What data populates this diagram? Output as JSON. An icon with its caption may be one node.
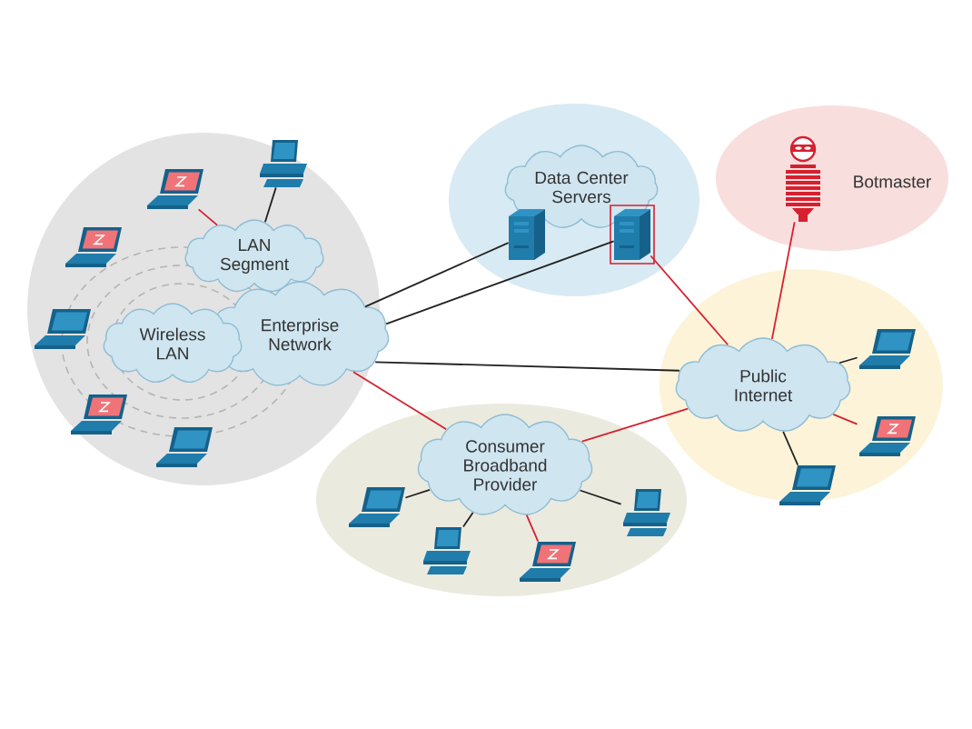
{
  "diagram": {
    "nodes": [
      {
        "text": [],
        "shape": "circle"
      },
      {
        "text": [],
        "shape": "computer",
        "in": 0
      },
      {
        "text": [],
        "shape": "laptop",
        "in": 0
      },
      {
        "text": [
          "LAN Segment"
        ],
        "in": 0
      },
      {
        "text": [],
        "shape": "laptop",
        "in": 0
      },
      {
        "text": [],
        "shape": "laptop",
        "in": 0
      },
      {
        "text": [
          "Wireless LAN"
        ],
        "in": 0
      },
      {
        "text": [
          "Enterprise Network"
        ],
        "in": 0
      },
      {
        "text": [],
        "shape": "laptop",
        "in": 0
      },
      {
        "text": [],
        "shape": "laptop",
        "in": 0
      },
      {
        "text": [],
        "shape": "ellipse"
      },
      {
        "text": [
          "Data Center Servers"
        ],
        "in": 10
      },
      {
        "text": [],
        "shape": "server",
        "in": 10
      },
      {
        "text": [],
        "shape": "server",
        "in": 10
      },
      {
        "text": [
          "Botmaster"
        ]
      },
      {
        "text": [],
        "shape": "person",
        "in": 14
      },
      {
        "text": [],
        "shape": "ellipse"
      },
      {
        "text": [
          "Public Internet"
        ],
        "in": 16
      },
      {
        "text": [],
        "shape": "laptop",
        "in": 16
      },
      {
        "text": [],
        "shape": "laptop",
        "in": 16
      },
      {
        "text": [],
        "shape": "laptop",
        "in": 16
      },
      {
        "text": [],
        "shape": "ellipse"
      },
      {
        "text": [
          "Consumer Broadband Provider"
        ],
        "in": 21
      },
      {
        "text": [],
        "shape": "laptop",
        "in": 21
      },
      {
        "text": [],
        "shape": "computer",
        "in": 21
      },
      {
        "text": [],
        "shape": "laptop",
        "in": 21
      },
      {
        "text": [],
        "shape": "computer",
        "in": 21
      }
    ],
    "edges": [
      {
        "from": 3,
        "to": 1,
        "arrow": "none"
      },
      {
        "from": 3,
        "to": 2,
        "arrow": "none",
        "color": "#d6202f"
      },
      {
        "from": 7,
        "to": 12,
        "arrow": "none"
      },
      {
        "from": 7,
        "to": 13,
        "arrow": "none"
      },
      {
        "from": 7,
        "to": 17,
        "arrow": "none"
      },
      {
        "from": 7,
        "to": 22,
        "arrow": "none",
        "color": "#d6202f"
      },
      {
        "from": 13,
        "to": 17,
        "arrow": "none",
        "color": "#d6202f"
      },
      {
        "from": 15,
        "to": 17,
        "arrow": "none",
        "color": "#d6202f"
      },
      {
        "from": 17,
        "to": 18,
        "arrow": "none"
      },
      {
        "from": 17,
        "to": 19,
        "arrow": "none",
        "color": "#d6202f"
      },
      {
        "from": 17,
        "to": 20,
        "arrow": "none"
      },
      {
        "from": 22,
        "to": 17,
        "arrow": "none",
        "color": "#d6202f"
      },
      {
        "from": 22,
        "to": 23,
        "arrow": "none"
      },
      {
        "from": 22,
        "to": 24,
        "arrow": "none"
      },
      {
        "from": 22,
        "to": 25,
        "arrow": "none",
        "color": "#d6202f"
      },
      {
        "from": 22,
        "to": 26,
        "arrow": "none"
      }
    ]
  }
}
